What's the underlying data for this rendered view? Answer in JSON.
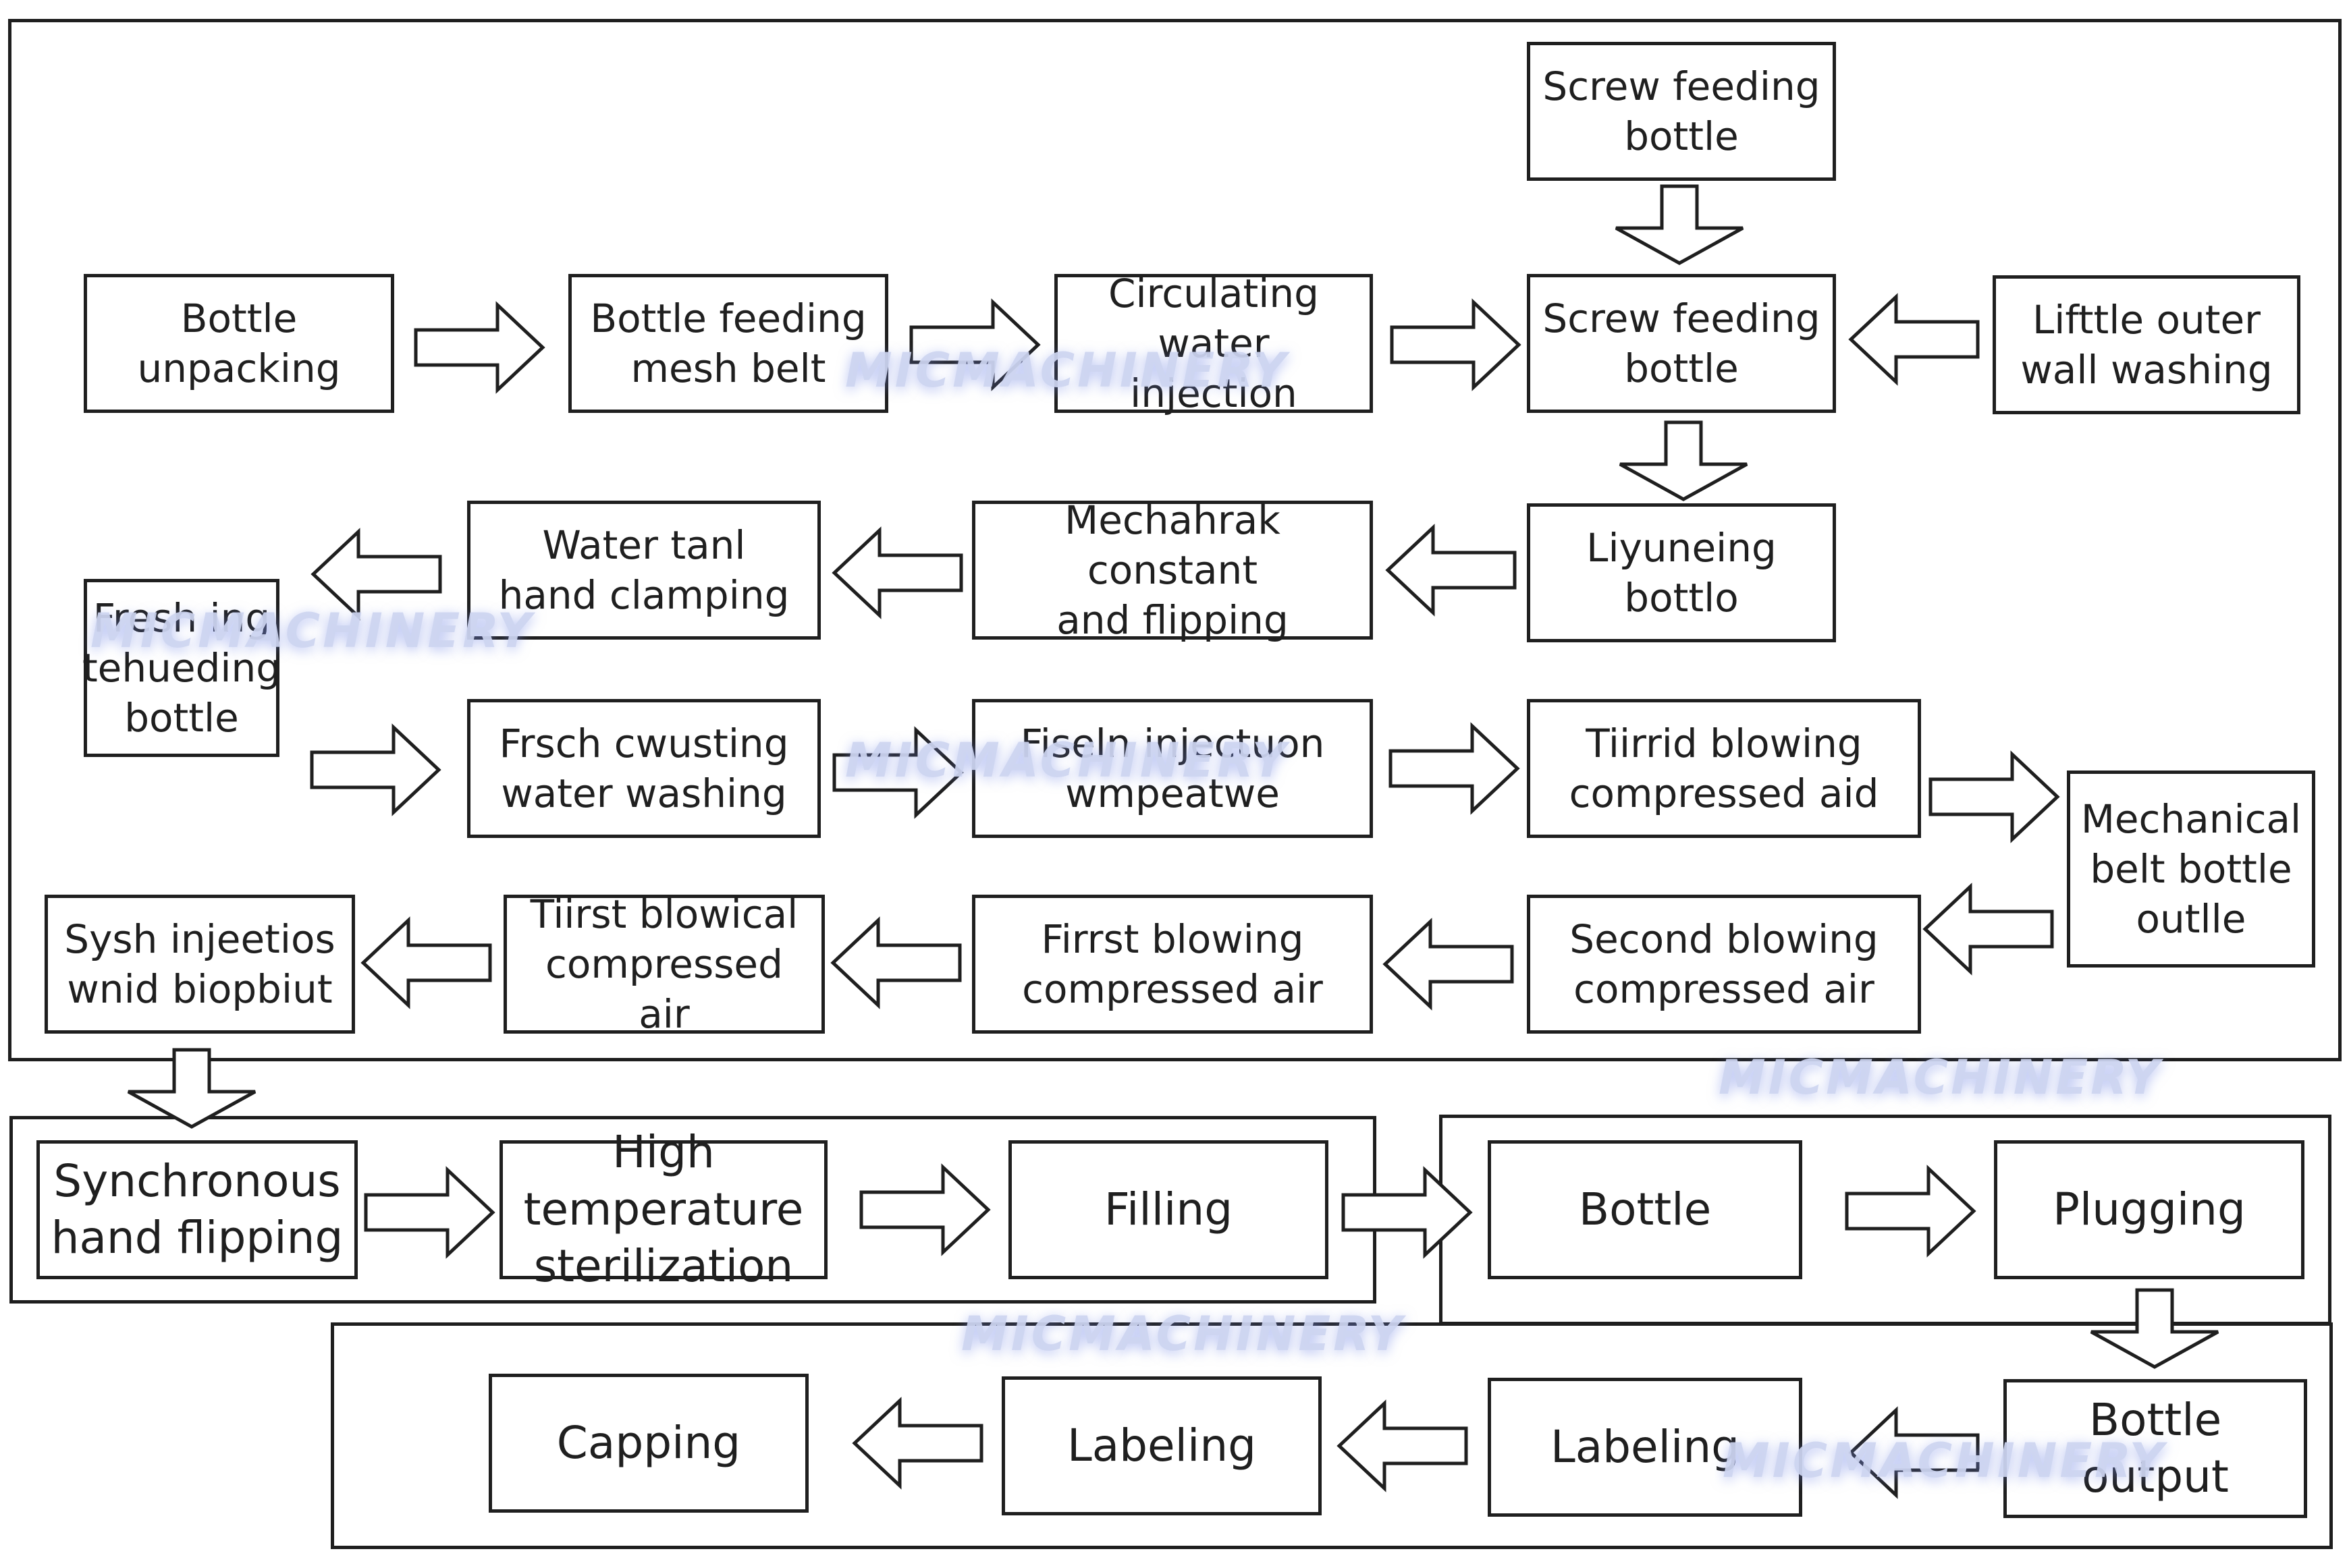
{
  "diagram": {
    "steps": {
      "screw_feeding_top": "Screw feeding\nbottle",
      "bottle_unpacking": "Bottle\nunpacking",
      "mesh_belt": "Bottle feeding\nmesh belt",
      "circulating_water": "Circulating\nwater injection",
      "screw_feeding_main": "Screw feeding\nbottle",
      "outer_wall_washing": "Lifttle outer\nwall washing",
      "water_tank_clamping": "Water tanl\nhand clamping",
      "mechanical_flipping": "Mechahrak constant\nand flipping",
      "lining_bottle": "Liyuneing\nbottlo",
      "fresh_feeding": "Fresh ing\ntehueding\nbottle",
      "fresh_water_washing": "Frsch cwusting\nwater washing",
      "fiselin_injection": "Fiseln injectuon\nwmpeatwe",
      "third_blowing": "Tiirrid blowing\ncompressed aid",
      "mechanical_belt_outlet": "Mechanical\nbelt bottle\noutlle",
      "sysh_injection": "Sysh injeetios\nwnid biopbiut",
      "first_blowical": "Tiirst blowical\ncompressed air",
      "first_blowing": "Firrst blowing\ncompressed air",
      "second_blowing": "Second blowing\ncompressed air",
      "sync_flipping": "Synchronous\nhand flipping",
      "high_temp_sterilization": "High temperature\nsterilization",
      "filling": "Filling",
      "bottle": "Bottle",
      "plugging": "Plugging",
      "bottle_output": "Bottle output",
      "labeling_1": "Labeling",
      "labeling_2": "Labeling",
      "capping": "Capping"
    },
    "watermark": "MICMACHINERY"
  }
}
